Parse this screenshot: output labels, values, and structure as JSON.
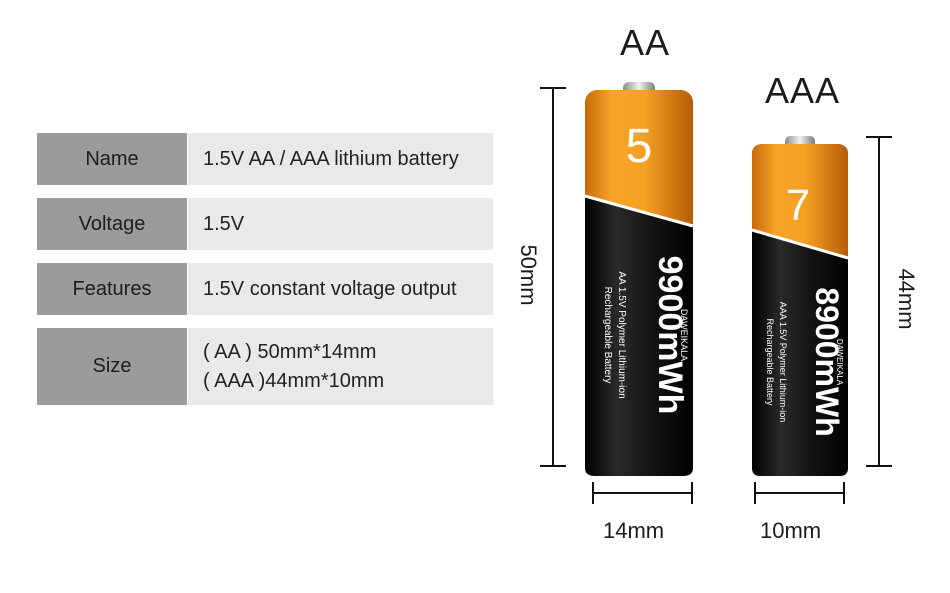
{
  "specs": [
    {
      "label": "Name",
      "value_lines": [
        "1.5V AA / AAA lithium battery"
      ]
    },
    {
      "label": "Voltage",
      "value_lines": [
        "1.5V"
      ]
    },
    {
      "label": "Features",
      "value_lines": [
        "1.5V constant voltage output"
      ]
    },
    {
      "label": "Size",
      "value_lines": [
        "( AA ) 50mm*14mm",
        "( AAA )44mm*10mm"
      ]
    }
  ],
  "aa": {
    "type_label": "AA",
    "number": "5",
    "capacity": "9900mWh",
    "brand": "DAWEIKALA",
    "line1": "AA 1.5V Polymer  Lithium-ion",
    "line2": "Rechargeable Battery",
    "height_label": "50mm",
    "width_label": "14mm"
  },
  "aaa": {
    "type_label": "AAA",
    "number": "7",
    "capacity": "8900mWh",
    "brand": "DAWEIKALA",
    "line1": "AAA 1.5V Polymer  Lithium-ion",
    "line2": "Rechargeable Battery",
    "height_label": "44mm",
    "width_label": "10mm"
  },
  "colors": {
    "orange": "#f09a1e",
    "black": "#111111",
    "label_gray": "#9b9b9b",
    "value_gray": "#e9e9e9"
  }
}
